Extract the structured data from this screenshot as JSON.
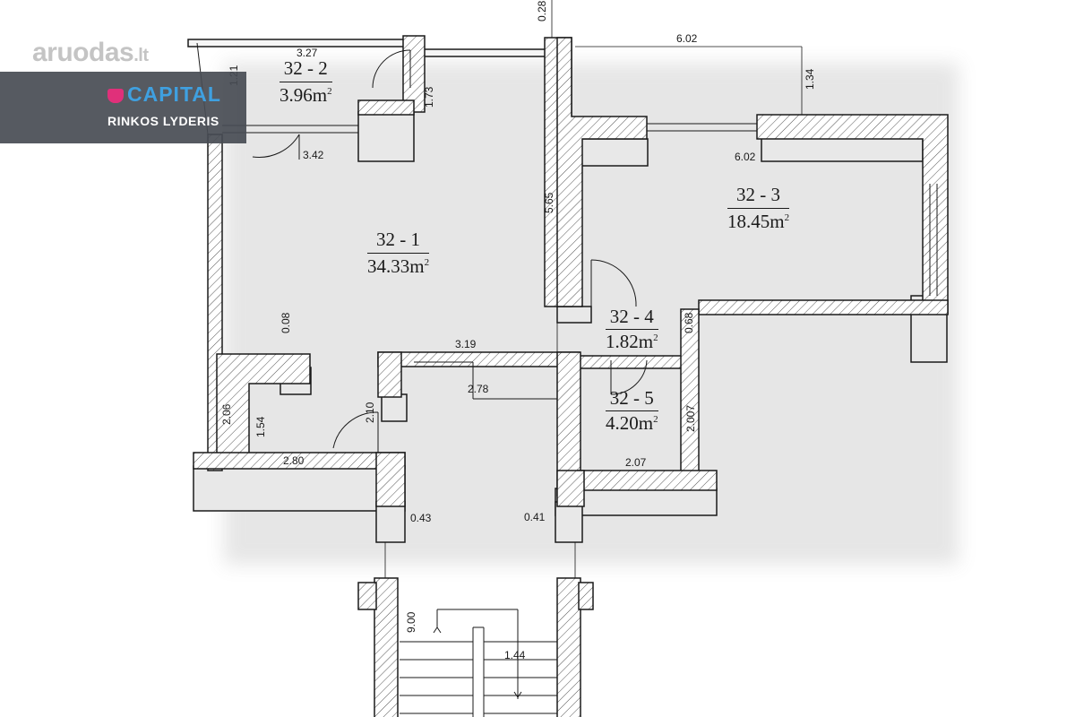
{
  "watermark": {
    "text": "aruodas",
    "suffix": ".lt"
  },
  "brand": {
    "logo": "CAPITAL",
    "tagline": "RINKOS LYDERIS"
  },
  "rooms": [
    {
      "id": "32 - 1",
      "area": "34.33m",
      "unit": "2"
    },
    {
      "id": "32 - 2",
      "area": "3.96m",
      "unit": "2"
    },
    {
      "id": "32 - 3",
      "area": "18.45m",
      "unit": "2"
    },
    {
      "id": "32 - 4",
      "area": "1.82m",
      "unit": "2"
    },
    {
      "id": "32 - 5",
      "area": "4.20m",
      "unit": "2"
    }
  ],
  "dimensions": [
    "0.28",
    "6.02",
    "3.27",
    "1.21",
    "1.73",
    "1.34",
    "3.42",
    "6.02",
    "5.65",
    "0.08",
    "3.19",
    "0.68",
    "2.78",
    "2.10",
    "2.06",
    "1.54",
    "2.007",
    "2.80",
    "2.07",
    "0.43",
    "0.41",
    "9.00",
    "1.44"
  ],
  "colors": {
    "wall": "#ffffff",
    "wall_side": "#e6e6e6",
    "line": "#1a1a1a",
    "watermark": "#c4c4c4",
    "banner": "#484c54",
    "logo": "#3fa0e0",
    "logo_mark": "#e0307a"
  }
}
